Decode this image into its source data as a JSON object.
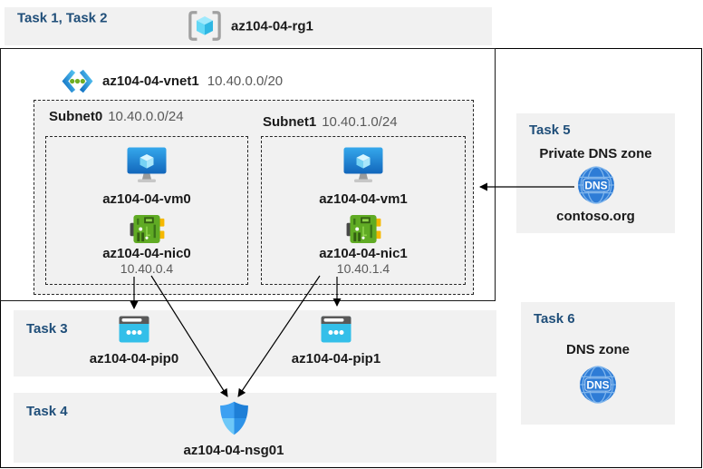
{
  "header": {
    "tasks_label": "Task 1, Task 2",
    "resource_group_name": "az104-04-rg1"
  },
  "vnet": {
    "name": "az104-04-vnet1",
    "cidr": "10.40.0.0/20",
    "subnets": [
      {
        "name": "Subnet0",
        "cidr": "10.40.0.0/24",
        "vm_name": "az104-04-vm0",
        "nic_name": "az104-04-nic0",
        "nic_ip": "10.40.0.4"
      },
      {
        "name": "Subnet1",
        "cidr": "10.40.1.0/24",
        "vm_name": "az104-04-vm1",
        "nic_name": "az104-04-nic1",
        "nic_ip": "10.40.1.4"
      }
    ]
  },
  "task3": {
    "label": "Task 3",
    "pip0_name": "az104-04-pip0",
    "pip1_name": "az104-04-pip1"
  },
  "task4": {
    "label": "Task 4",
    "nsg_name": "az104-04-nsg01"
  },
  "task5": {
    "label": "Task 5",
    "title": "Private DNS zone",
    "zone_name": "contoso.org"
  },
  "task6": {
    "label": "Task 6",
    "title": "DNS zone"
  },
  "icons": {
    "dns_badge_text": "DNS",
    "list": [
      "resource-group-icon",
      "vnet-icon",
      "vm-icon",
      "nic-icon",
      "public-ip-icon",
      "nsg-shield-icon",
      "dns-globe-icon"
    ]
  },
  "colors": {
    "task_label_blue": "#1f4e79",
    "panel_gray": "#f1f1f1",
    "name_text": "#1a1a1a",
    "muted_text": "#595959",
    "dns_circle_blue": "#2e7cd6",
    "pip_cyan": "#33bfe9",
    "nic_green": "#60ab24",
    "vm_screen_blue": "#1f83dc",
    "shield_blue": "#2e93e8",
    "arrow_black": "#000000"
  }
}
